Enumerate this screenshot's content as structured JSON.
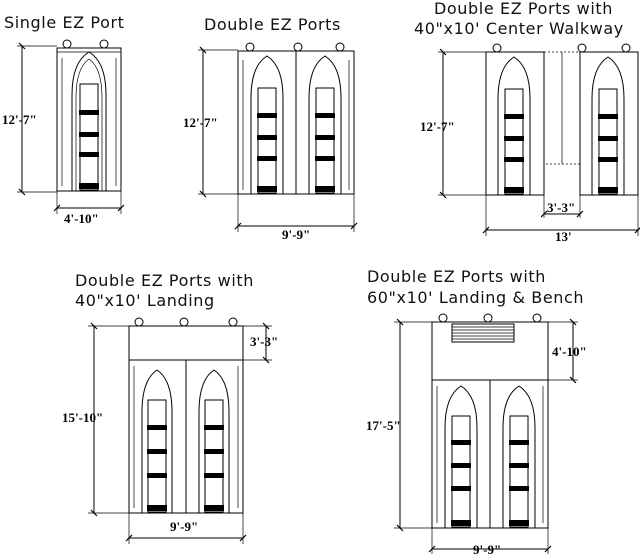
{
  "diagrams": [
    {
      "title_lines": [
        "Single EZ Port"
      ],
      "dims": [
        "12'-7\"",
        "4'-10\""
      ]
    },
    {
      "title_lines": [
        "Double EZ Ports"
      ],
      "dims": [
        "12'-7\"",
        "9'-9\""
      ]
    },
    {
      "title_lines": [
        "Double EZ Ports with",
        "40\"x10' Center Walkway"
      ],
      "dims": [
        "12'-7\"",
        "3'-3\"",
        "13'"
      ]
    },
    {
      "title_lines": [
        "Double EZ Ports with",
        "40\"x10' Landing"
      ],
      "dims": [
        "3'-3\"",
        "15'-10\"",
        "9'-9\""
      ]
    },
    {
      "title_lines": [
        "Double EZ Ports with",
        "60\"x10' Landing & Bench"
      ],
      "dims": [
        "4'-10\"",
        "17'-5\"",
        "9'-9\""
      ]
    }
  ]
}
